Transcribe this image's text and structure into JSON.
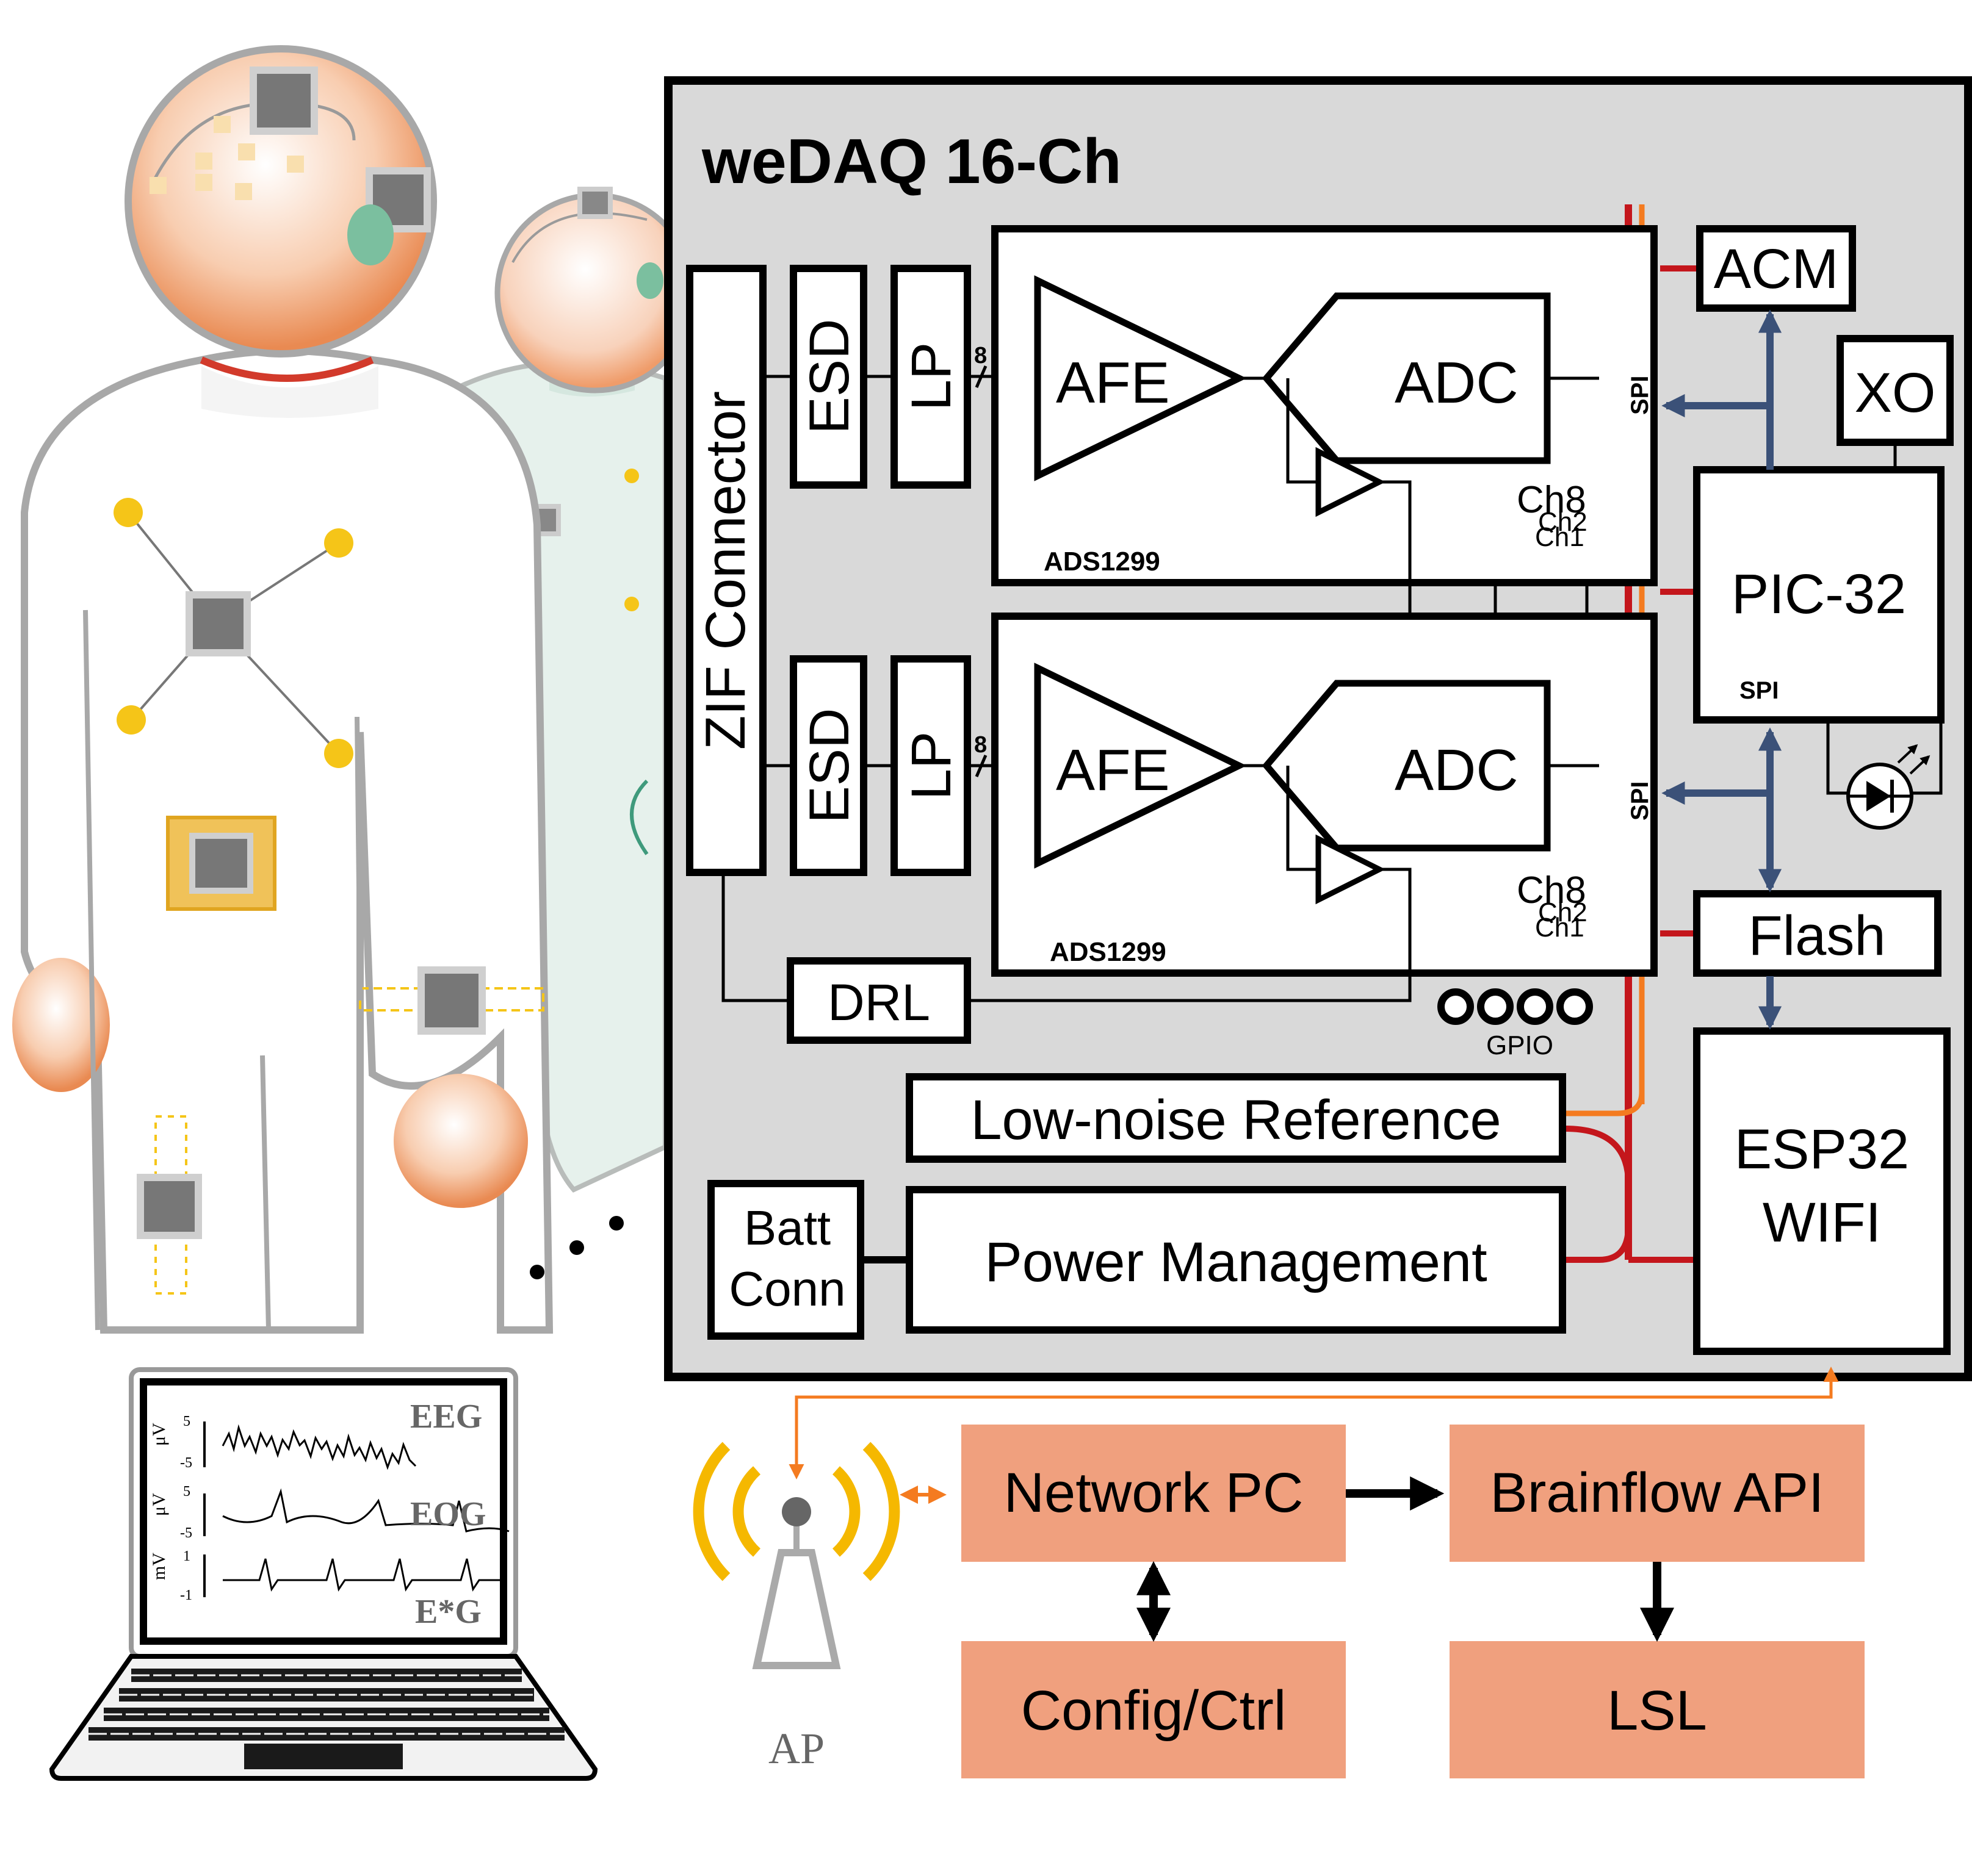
{
  "title": "weDAQ 16-Ch",
  "blocks": {
    "zif": "ZIF Connector",
    "esd": "ESD",
    "lp": "LP",
    "afe": "AFE",
    "adc": "ADC",
    "chip": "ADS1299",
    "ch8": "Ch8",
    "ch2": "Ch2",
    "ch1": "Ch1",
    "spi": "SPI",
    "bus8": "8",
    "drl": "DRL",
    "gpio": "GPIO",
    "acm": "ACM",
    "xo": "XO",
    "pic": "PIC-32",
    "flash": "Flash",
    "esp32_line1": "ESP32",
    "esp32_line2": "WIFI",
    "lownoise": "Low-noise Reference",
    "batt_line1": "Batt",
    "batt_line2": "Conn",
    "power": "Power Management"
  },
  "network": {
    "network_pc": "Network PC",
    "brainflow": "Brainflow API",
    "config": "Config/Ctrl",
    "lsl": "LSL",
    "ap": "AP"
  },
  "laptop": {
    "labels": [
      "EEG",
      "EOG",
      "E*G"
    ],
    "units": [
      "μV",
      "μV",
      "mV"
    ],
    "ticks_top": [
      "5",
      "5",
      "1"
    ],
    "ticks_bottom": [
      "-5",
      "-5",
      "-1"
    ]
  },
  "colors": {
    "panel_bg": "#d9d9d9",
    "network_box": "#f0a07e",
    "power_line": "#c4161c",
    "reference_line": "#f47b20",
    "spi_arrow": "#3b5178",
    "ap_signal": "#f5b800",
    "electrode": "#f5c518"
  },
  "icons": [
    "wifi-sensor-icon",
    "antenna-icon",
    "led-icon",
    "laptop-icon",
    "person-icon"
  ]
}
